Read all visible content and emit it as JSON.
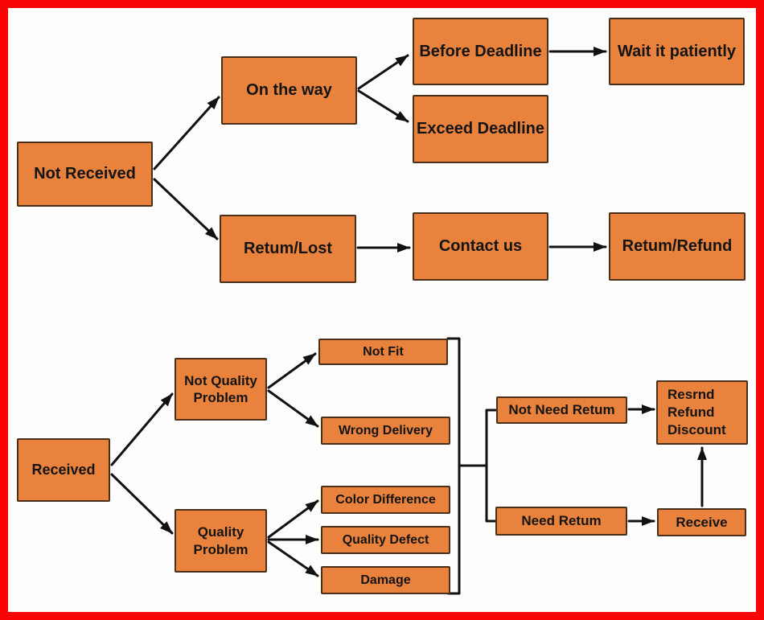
{
  "diagram": {
    "type": "flowchart",
    "colors": {
      "frame": "#fa0505",
      "node_fill": "#e8823c",
      "node_border": "#4a3018",
      "edge": "#111111",
      "text": "#141414",
      "background": "#fefefe"
    },
    "nodes": {
      "not_received": "Not Received",
      "on_the_way": "On the way",
      "before_deadline": "Before Deadline",
      "wait_it_patiently": "Wait it patiently",
      "exceed_deadline": "Exceed Deadline",
      "retum_lost": "Retum/Lost",
      "contact_us": "Contact us",
      "retum_refund": "Retum/Refund",
      "received": "Received",
      "not_quality_problem": "Not Quality\nProblem",
      "quality_problem": "Quality\nProblem",
      "not_fit": "Not Fit",
      "wrong_delivery": "Wrong Delivery",
      "color_difference": "Color Difference",
      "quality_defect": "Quality Defect",
      "damage": "Damage",
      "not_need_retum": "Not Need Retum",
      "resrnd_refund_discount": "Resrnd\nRefund\nDiscount",
      "need_retum": "Need Retum",
      "receive": "Receive"
    }
  }
}
